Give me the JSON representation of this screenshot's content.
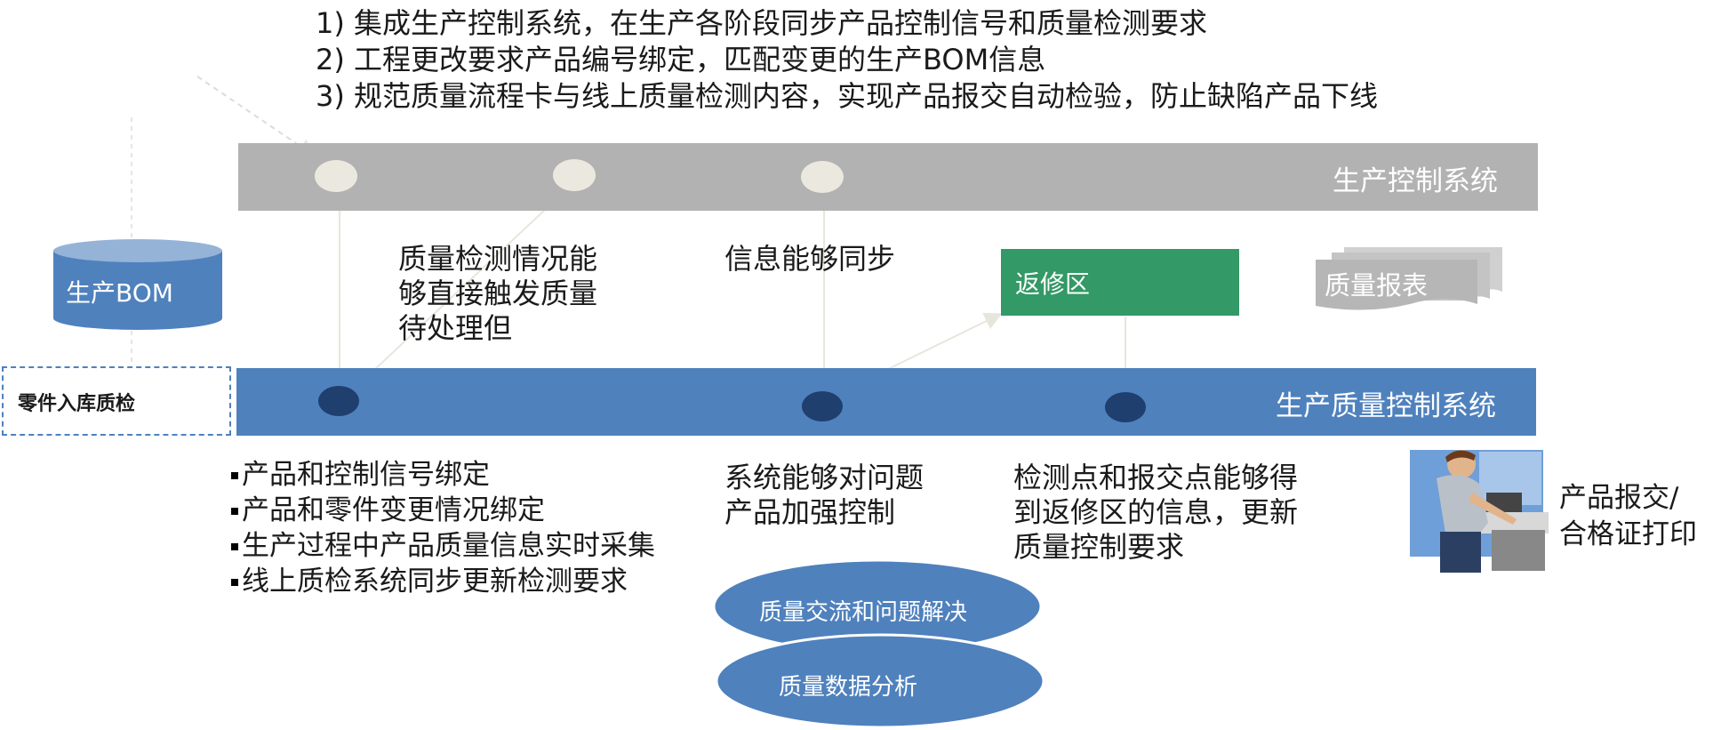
{
  "requirements": [
    "1) 集成生产控制系统，在生产各阶段同步产品控制信号和质量检测要求",
    "2) 工程更改要求产品编号绑定，匹配变更的生产BOM信息",
    "3) 规范质量流程卡与线上质量检测内容，实现产品报交自动检验，防止缺陷产品下线"
  ],
  "systems": {
    "production_control": "生产控制系统",
    "quality_control": "生产质量控制系统"
  },
  "bom_label": "生产BOM",
  "inbound_inspection": "零件入库质检",
  "repair_zone": "返修区",
  "quality_report": "质量报表",
  "notes": {
    "trigger": [
      "质量检测情况能",
      "够直接触发质量",
      "待处理但"
    ],
    "sync": "信息能够同步",
    "control": [
      "系统能够对问题",
      "产品加强控制"
    ],
    "repair_info": [
      "检测点和报交点能够得",
      "到返修区的信息，更新",
      "质量控制要求"
    ]
  },
  "bullets": [
    "产品和控制信号绑定",
    "产品和零件变更情况绑定",
    "生产过程中产品质量信息实时采集",
    "线上质检系统同步更新检测要求"
  ],
  "ellipses": {
    "communication": "质量交流和问题解决",
    "analysis": "质量数据分析"
  },
  "person_label": [
    "产品报交/",
    "合格证打印"
  ],
  "colors": {
    "gray_band": "#b2b2b2",
    "blue_band": "#4f81bd",
    "repair": "#339966",
    "node_dark": "#1f3f6e",
    "node_light": "#ebe9df"
  }
}
